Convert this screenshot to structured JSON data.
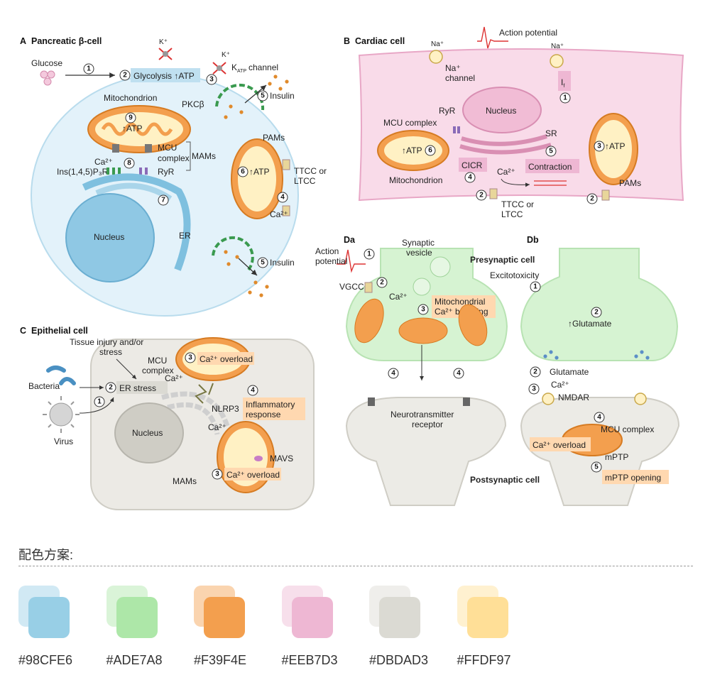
{
  "palette": {
    "title": "配色方案:",
    "colors": [
      {
        "hex": "#98CFE6",
        "label": "#98CFE6"
      },
      {
        "hex": "#ADE7A8",
        "label": "#ADE7A8"
      },
      {
        "hex": "#F39F4E",
        "label": "#F39F4E"
      },
      {
        "hex": "#EEB7D3",
        "label": "#EEB7D3"
      },
      {
        "hex": "#DBDAD3",
        "label": "#DBDAD3"
      },
      {
        "hex": "#FFDF97",
        "label": "#FFDF97"
      }
    ]
  },
  "panelA": {
    "title": "Pancreatic β-cell",
    "letter": "A",
    "glucose": "Glucose",
    "glycolysis": "Glycolysis ↑ATP",
    "k_plus": "K⁺",
    "katp": "K",
    "katp_sub": "ATP",
    "katp_channel": "channel",
    "insulin": "Insulin",
    "pkc": "PKCβ",
    "mito": "Mitochondrion",
    "atp": "↑ATP",
    "mcu": "MCU",
    "complex": "complex",
    "mams": "MAMs",
    "ca": "Ca²⁺",
    "ip3r": "Ins(1,4,5)P₃R",
    "ryr": "RyR",
    "nucleus": "Nucleus",
    "er": "ER",
    "pams": "PAMs",
    "ttcc1": "TTCC or",
    "ttcc2": "LTCC",
    "n": [
      "1",
      "2",
      "3",
      "4",
      "5",
      "6",
      "7",
      "8",
      "9"
    ]
  },
  "panelB": {
    "letter": "B",
    "title": "Cardiac cell",
    "ap": "Action potential",
    "na": "Na⁺",
    "na_channel1": "Na⁺",
    "na_channel2": "channel",
    "if": "I",
    "if_sub": "f",
    "ryr": "RyR",
    "nucleus": "Nucleus",
    "mcu": "MCU complex",
    "atp": "↑ATP",
    "sr": "SR",
    "cicr": "CICR",
    "contraction": "Contraction",
    "mito": "Mitochondrion",
    "ca": "Ca²⁺",
    "ttcc1": "TTCC or",
    "ttcc2": "LTCC",
    "pams": "PAMs"
  },
  "panelC": {
    "letter": "C",
    "title": "Epithelial cell",
    "injury1": "Tissue injury and/or",
    "injury2": "stress",
    "mcu1": "MCU",
    "mcu2": "complex",
    "overload": "Ca²⁺ overload",
    "bacteria": "Bacteria",
    "virus": "Virus",
    "er_stress": "ER stress",
    "ca": "Ca²⁺",
    "nlrp3": "NLRP3",
    "inflam1": "Inflammatory",
    "inflam2": "response",
    "nucleus": "Nucleus",
    "mavs": "MAVS",
    "mams": "MAMs"
  },
  "panelD": {
    "da": "Da",
    "db": "Db",
    "ap1": "Action",
    "ap2": "potential",
    "vesicle1": "Synaptic",
    "vesicle2": "vesicle",
    "presyn": "Presynaptic cell",
    "vgcc": "VGCC",
    "ca": "Ca²⁺",
    "buffer1": "Mitochondrial",
    "buffer2": "Ca²⁺ buffering",
    "excito": "Excitotoxicity",
    "glutamate_up": "↑Glutamate",
    "glutamate": "Glutamate",
    "nmdar": "NMDAR",
    "nt1": "Neurotransmitter",
    "nt2": "receptor",
    "mcu": "MCU complex",
    "overload": "Ca²⁺ overload",
    "mptp": "mPTP",
    "mptp_open": "mPTP opening",
    "postsyn": "Postsynaptic cell"
  }
}
